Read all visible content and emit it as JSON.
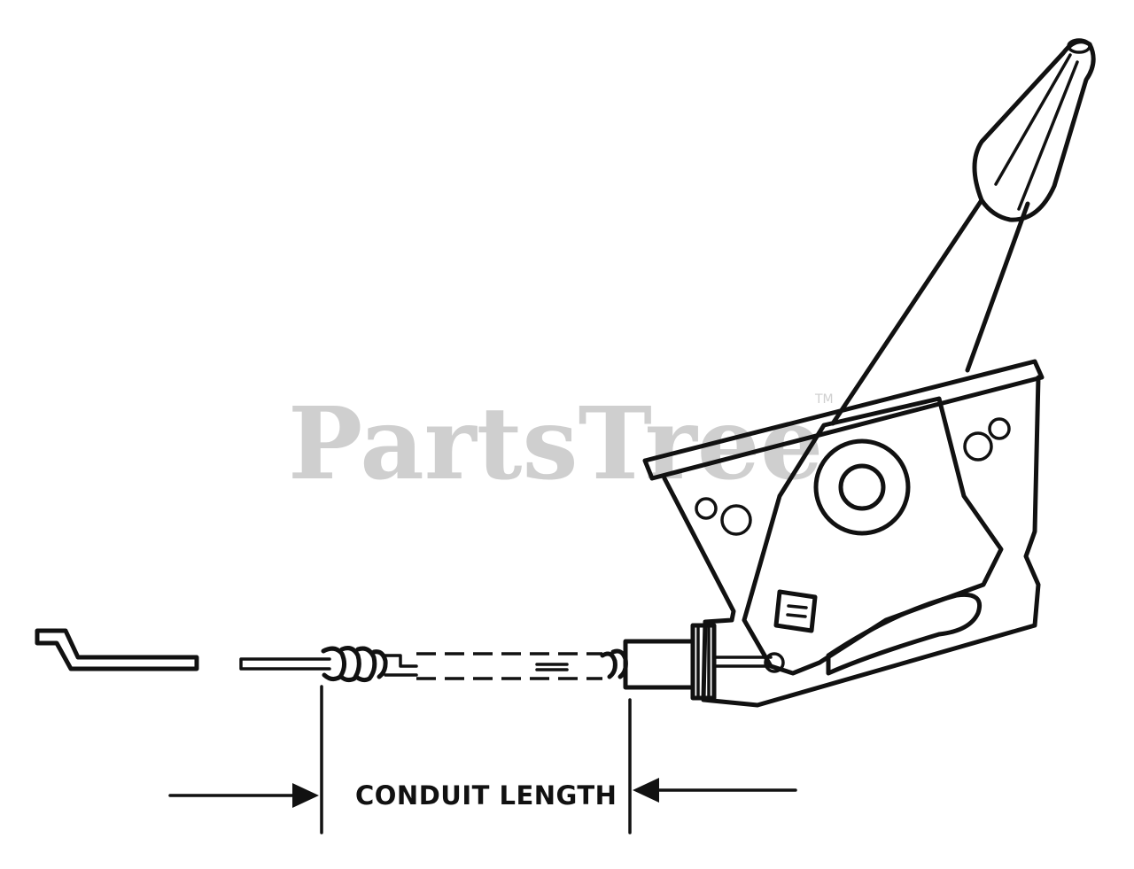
{
  "watermark": {
    "text": "PartsTree",
    "trademark": "TM"
  },
  "diagram": {
    "dimension_label": "CONDUIT LENGTH"
  },
  "colors": {
    "ink": "#111111",
    "watermark": "#cfcfcf",
    "background": "#ffffff"
  }
}
